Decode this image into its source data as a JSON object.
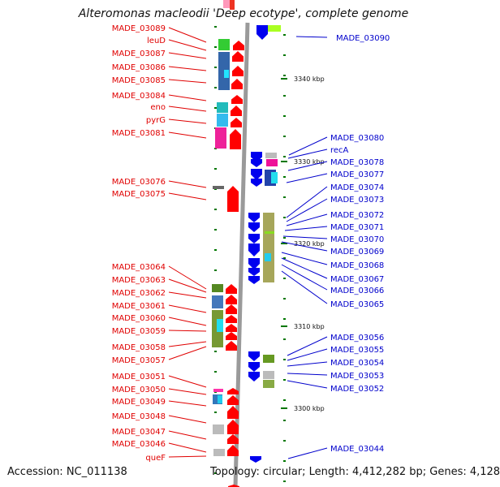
{
  "title": "Alteromonas macleodii 'Deep ecotype', complete genome",
  "footer": {
    "accession": "Accession: NC_011138",
    "topology": "Topology: circular; Length: 4,412,282 bp; Genes: 4,128"
  },
  "colors": {
    "left_label": "#e00000",
    "right_label": "#0000cc",
    "forward_gene": "#ff0000",
    "reverse_gene": "#0000ee",
    "backbone": "#9a9a9a",
    "tick": "#007700"
  },
  "scale_labels": [
    "3340 kbp",
    "3330 kbp",
    "3320 kbp",
    "3310 kbp",
    "3300 kbp"
  ],
  "left_labels": [
    "MADE_03089",
    "leuD",
    "MADE_03087",
    "MADE_03086",
    "MADE_03085",
    "MADE_03084",
    "eno",
    "pyrG",
    "MADE_03081",
    "MADE_03076",
    "MADE_03075",
    "MADE_03064",
    "MADE_03063",
    "MADE_03062",
    "MADE_03061",
    "MADE_03060",
    "MADE_03059",
    "MADE_03058",
    "MADE_03057",
    "MADE_03051",
    "MADE_03050",
    "MADE_03049",
    "MADE_03048",
    "MADE_03047",
    "MADE_03046",
    "queF"
  ],
  "right_labels": [
    "MADE_03090",
    "MADE_03080",
    "recA",
    "MADE_03078",
    "MADE_03077",
    "MADE_03074",
    "MADE_03073",
    "MADE_03072",
    "MADE_03071",
    "MADE_03070",
    "MADE_03069",
    "MADE_03068",
    "MADE_03067",
    "MADE_03066",
    "MADE_03065",
    "MADE_03056",
    "MADE_03055",
    "MADE_03054",
    "MADE_03053",
    "MADE_03052",
    "MADE_03044"
  ]
}
